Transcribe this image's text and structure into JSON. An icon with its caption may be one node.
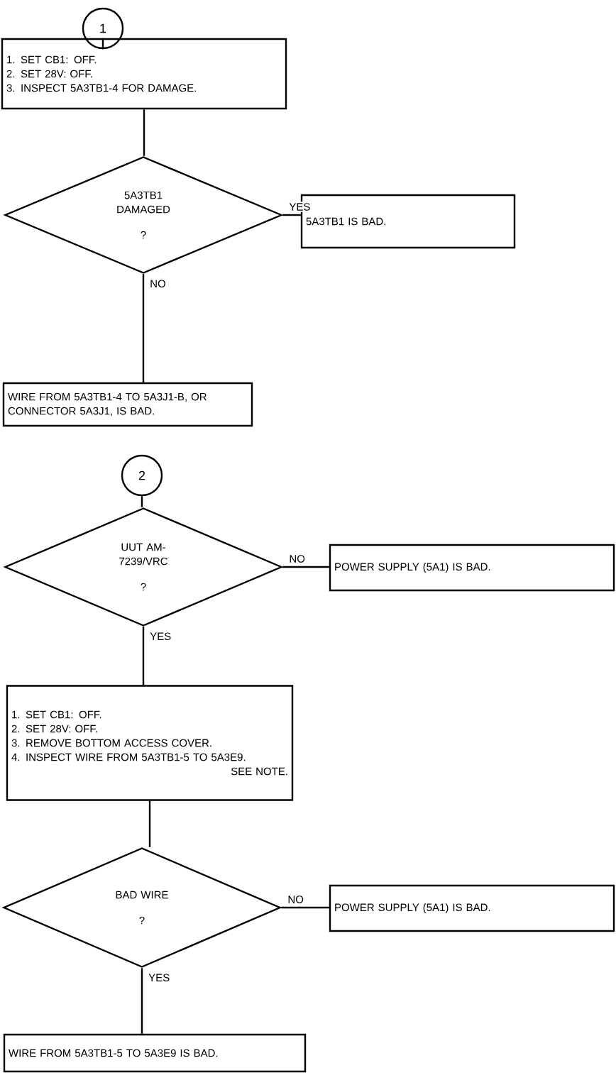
{
  "diagram": {
    "nodes": [
      {
        "text": [
          "1"
        ]
      },
      {
        "text": [
          "1. SET CB1: OFF.",
          "2. SET 28V: OFF.",
          "3. INSPECT 5A3TB1-4 FOR DAMAGE."
        ]
      },
      {
        "text": [
          "5A3TB1 DAMAGED",
          "?"
        ]
      },
      {
        "text": [
          "5A3TB1 IS BAD."
        ]
      },
      {
        "text": [
          "WIRE FROM 5A3TB1-4 TO 5A3J1-B, OR CONNECTOR 5A3J1, IS BAD."
        ]
      },
      {
        "text": [
          "2"
        ]
      },
      {
        "text": [
          "UUT AM-7239/VRC",
          "?"
        ]
      },
      {
        "text": [
          "POWER SUPPLY (5A1) IS BAD."
        ]
      },
      {
        "text": [
          "1. SET CB1: OFF.",
          "2. SET 28V: OFF.",
          "3. REMOVE BOTTOM ACCESS COVER.",
          "4. INSPECT WIRE FROM 5A3TB1-5 TO 5A3E9.",
          "SEE NOTE."
        ]
      },
      {
        "text": [
          "BAD WIRE",
          "?"
        ]
      },
      {
        "text": [
          "POWER SUPPLY (5A1) IS BAD."
        ]
      },
      {
        "text": [
          "WIRE FROM 5A3TB1-5 TO 5A3E9 IS BAD."
        ]
      }
    ],
    "edges": [
      {
        "from": 0,
        "to": 1,
        "arrow": "none"
      },
      {
        "from": 1,
        "to": 2,
        "arrow": "none"
      },
      {
        "from": 2,
        "to": 3,
        "arrow": "none",
        "label": "YES"
      },
      {
        "from": 2,
        "to": 4,
        "arrow": "none",
        "label": "NO"
      },
      {
        "from": 5,
        "to": 6,
        "arrow": "none"
      },
      {
        "from": 6,
        "to": 7,
        "arrow": "none",
        "label": "NO"
      },
      {
        "from": 6,
        "to": 8,
        "arrow": "none",
        "label": "YES"
      },
      {
        "from": 8,
        "to": 9,
        "arrow": "none"
      },
      {
        "from": 9,
        "to": 10,
        "arrow": "none",
        "label": "NO"
      },
      {
        "from": 9,
        "to": 11,
        "arrow": "none",
        "label": "YES"
      }
    ]
  }
}
